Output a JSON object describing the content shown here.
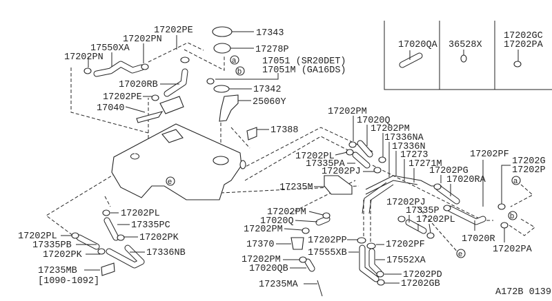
{
  "diagram": {
    "drawing_number": "A172B 0139",
    "inset_labels": [
      "17020QA",
      "36528X",
      "17202GC",
      "17202PA"
    ],
    "ref_letters": [
      "a",
      "b",
      "e",
      "a",
      "b",
      "e"
    ],
    "labels": [
      "17202PE",
      "17202PN",
      "17550XA",
      "17202PN",
      "17343",
      "17278P",
      "17051 (SR20DET)",
      "17051M (GA16DS)",
      "17020RB",
      "17342",
      "17202PE",
      "25060Y",
      "17040",
      "17388",
      "17202PM",
      "17020Q",
      "17202PM",
      "17336NA",
      "17336N",
      "17202PL",
      "17273",
      "17335PA",
      "17271M",
      "17202PF",
      "17202G",
      "17202P",
      "17202PG",
      "17202PJ",
      "17020RA",
      "17235M",
      "17202PJ",
      "17335P",
      "17202PL",
      "17202PM",
      "17020Q",
      "17202PM",
      "17370",
      "17202PP",
      "17202PF",
      "17555XB",
      "17552XA",
      "17202PM",
      "17020QB",
      "17202PD",
      "17235MA",
      "17202GB",
      "17020R",
      "17202PA",
      "17202PL",
      "17335PC",
      "17202PK",
      "17336NB",
      "17202PL",
      "17335PB",
      "17202PK",
      "17235MB",
      "[1090-1092]"
    ]
  }
}
